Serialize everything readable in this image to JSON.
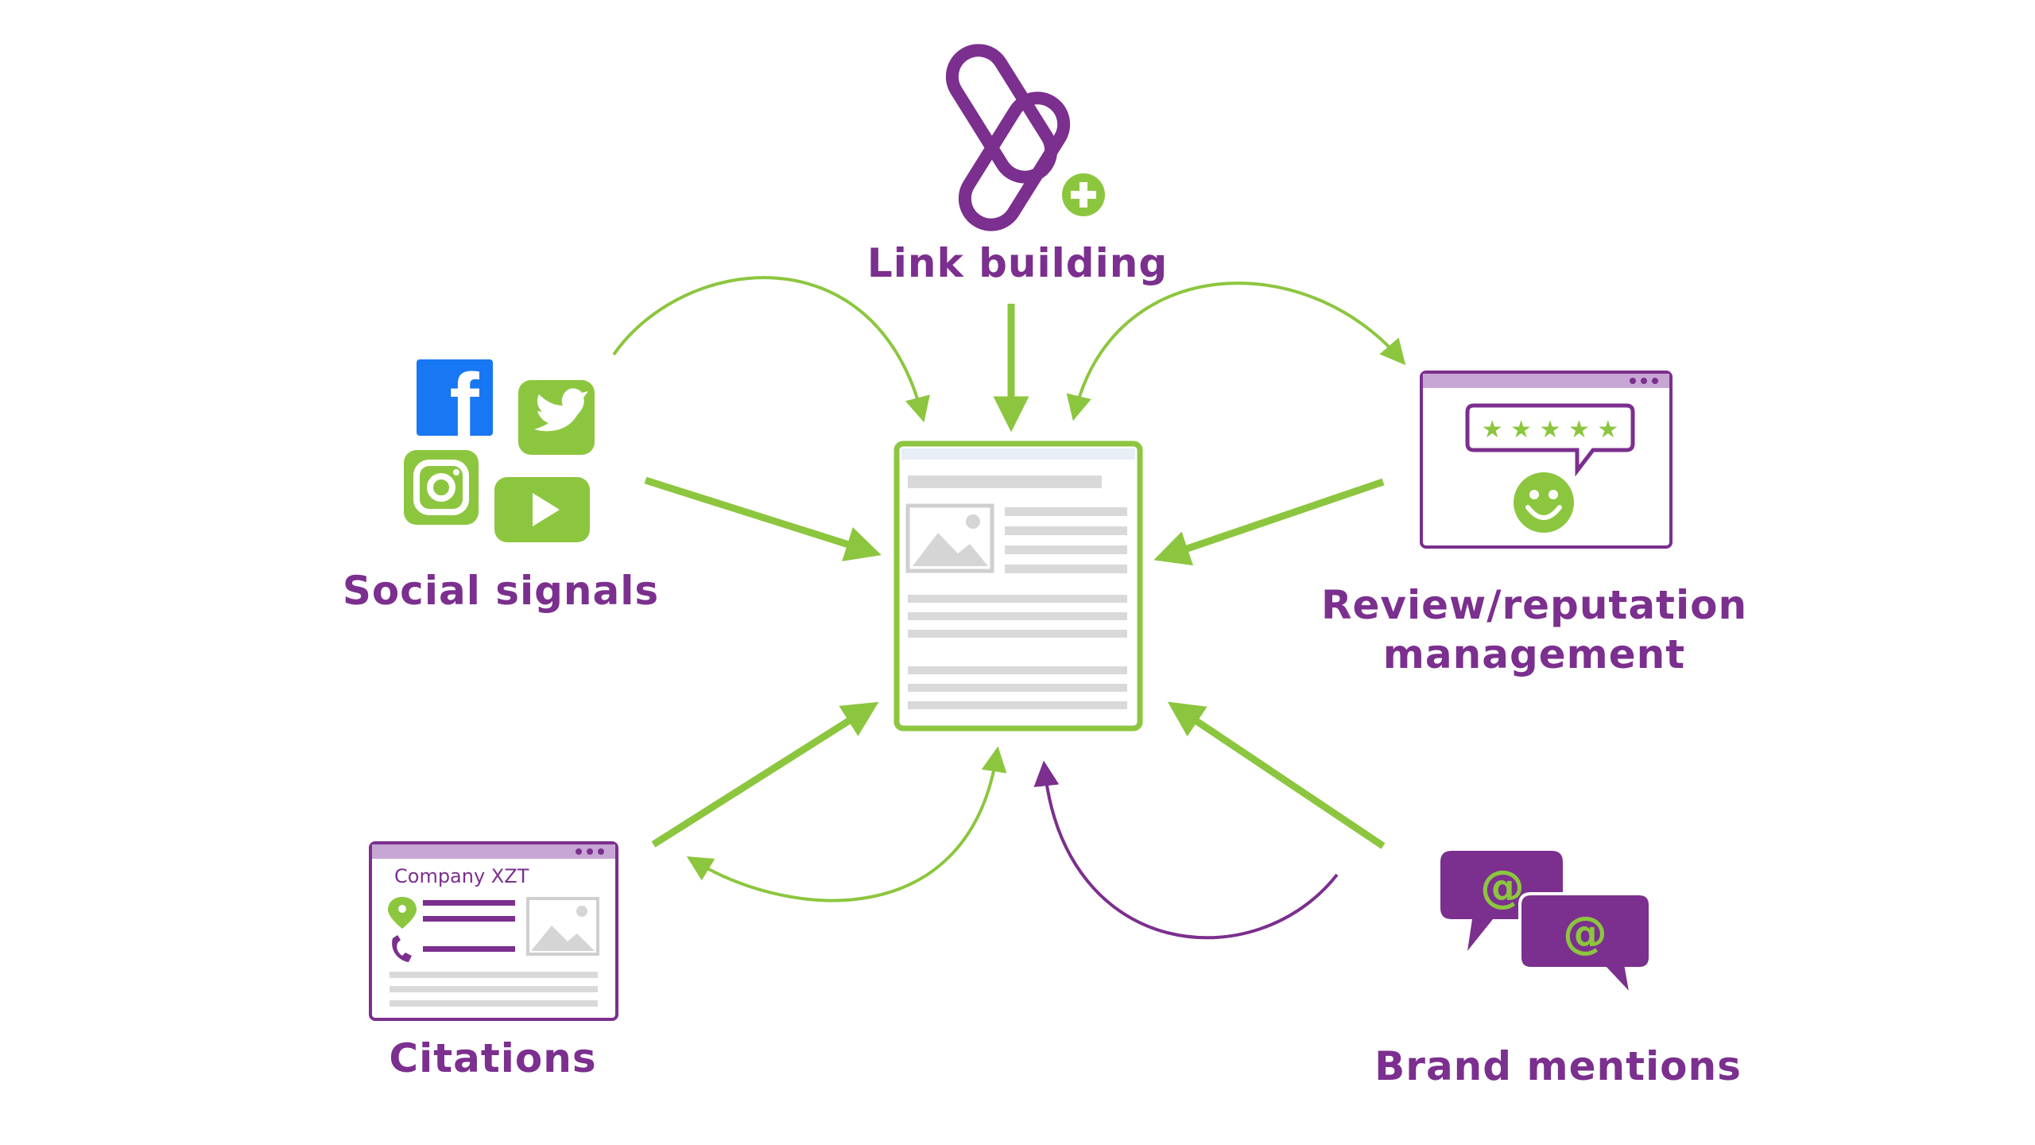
{
  "colors": {
    "purple": "#7b2f8e",
    "purple_light": "#c7a6d4",
    "green": "#8cc63f",
    "gray": "#c8c8c8",
    "facebook_blue": "#1877f2"
  },
  "labels": {
    "link_building": "Link building",
    "social_signals": "Social signals",
    "review_line1": "Review/reputation",
    "review_line2": "management",
    "citations": "Citations",
    "brand_mentions": "Brand mentions"
  },
  "citation_card": {
    "company": "Company XZT"
  },
  "review_card": {
    "stars": "★ ★ ★ ★ ★"
  },
  "mentions": {
    "symbol_1": "@",
    "symbol_2": "@"
  },
  "icons": {
    "link": "chain-link-icon",
    "plus": "plus-circle-icon",
    "facebook": "facebook-icon",
    "twitter": "twitter-icon",
    "instagram": "instagram-icon",
    "youtube": "youtube-icon",
    "smiley": "smiley-icon",
    "location": "location-pin-icon",
    "phone": "phone-icon"
  }
}
